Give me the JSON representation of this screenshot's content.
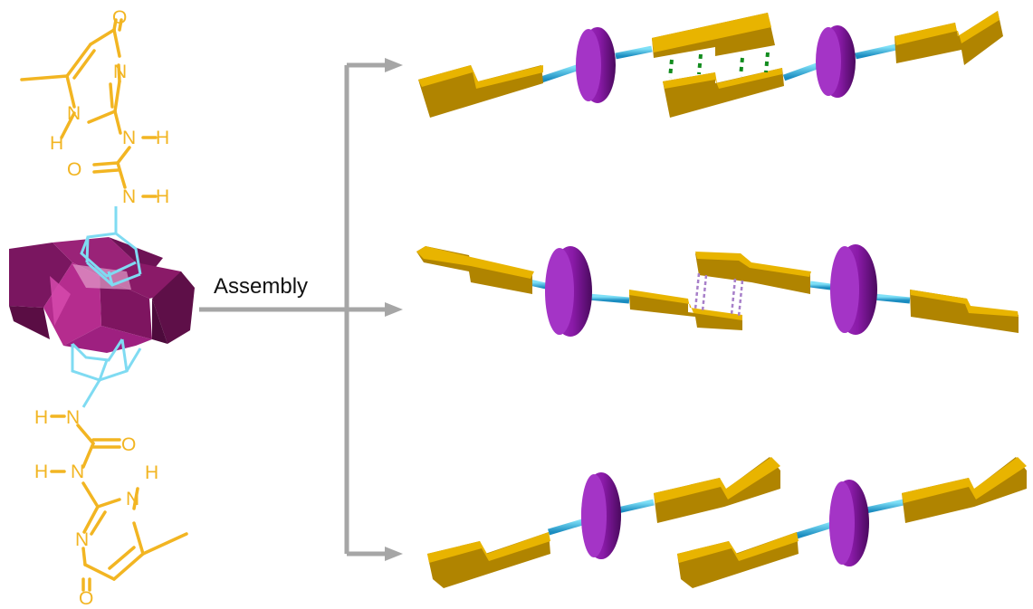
{
  "diagram": {
    "assembly_label": "Assembly",
    "atoms": {
      "oxygen": "O",
      "nitrogen": "N",
      "hydrogen": "H"
    }
  },
  "colors": {
    "background": "#ffffff",
    "ligand": "#f2b522",
    "linker": "#7fdbf2",
    "cluster": "#8a1a68",
    "arrow": "#a6a6a6",
    "block_top": "#e8b400",
    "block_side": "#b08400",
    "disk": "#8e1fb0",
    "rod": "#2aa8d8",
    "hbond_green": "#128c1e",
    "hbond_purple": "#a77fc9"
  },
  "icons": [
    "molecule-structure",
    "polyoxometalate-cluster",
    "branch-arrow",
    "hbond-dimer",
    "stacked-dimer",
    "unpaired-chains"
  ]
}
